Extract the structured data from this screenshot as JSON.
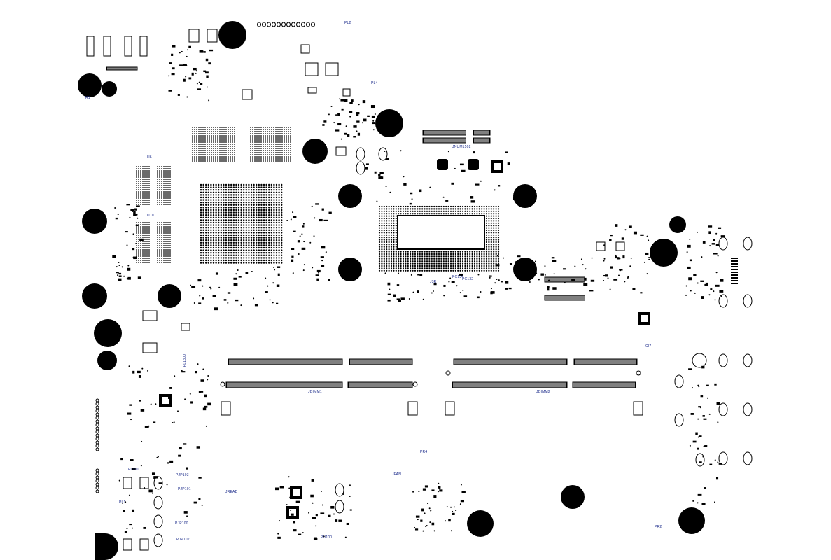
{
  "board": {
    "colors": {
      "ink": "#000000",
      "label": "#1a2a8a",
      "background": "#ffffff",
      "accent": "#d9a400"
    },
    "labels": {
      "dimm_left": "JDIMM1",
      "dimm_right": "JDIMM2",
      "top_conn": "JNUM1502",
      "pl101": "PL101",
      "pl1300": "PL1300",
      "pl2": "PL2",
      "pl4": "PL4",
      "pjp100": "PJP100",
      "pjp101": "PJP101",
      "pjp102": "PJP102",
      "pjp103": "PJP103",
      "pu100": "PU100",
      "pr2": "PR2",
      "pr4": "PR4",
      "u6": "U6",
      "u10": "U10",
      "j3r": "J3R",
      "jfan": "JFAN",
      "jread": "JREAD",
      "ci7": "CI7",
      "pl1": "PL1",
      "pc134": "PC134",
      "pc132": "PC132",
      "r1": "R1"
    }
  }
}
